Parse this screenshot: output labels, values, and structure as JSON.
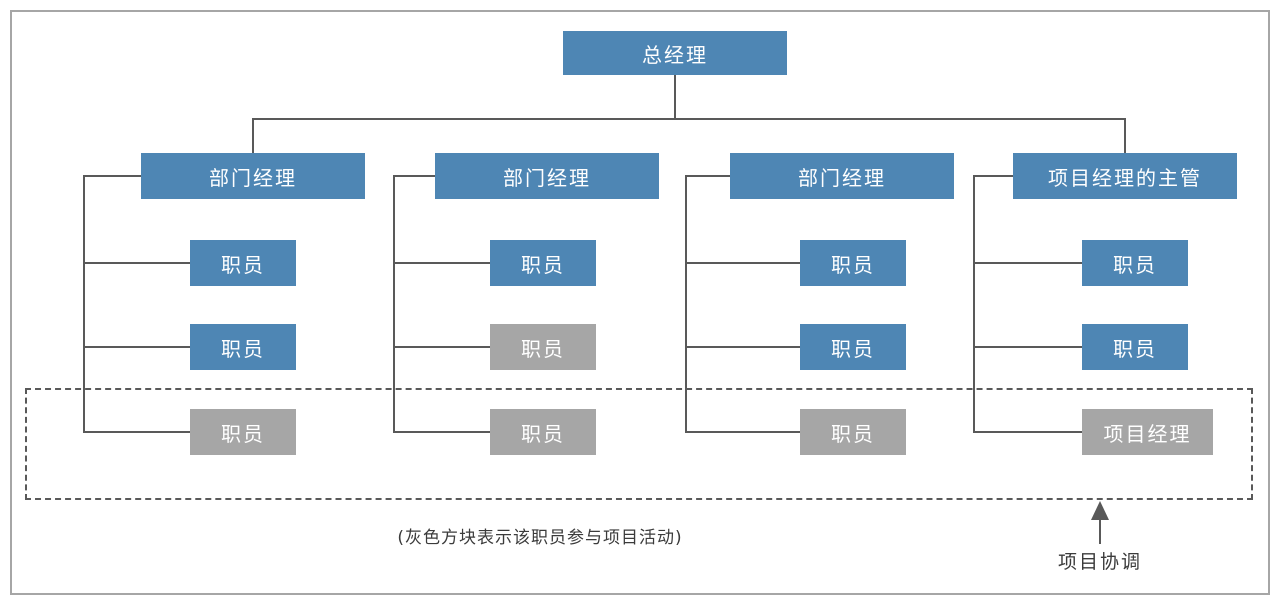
{
  "diagram": {
    "title_hint": "organizational chart",
    "root": {
      "label": "总经理",
      "variant": "blue"
    },
    "columns": [
      {
        "manager": {
          "label": "部门经理",
          "variant": "blue"
        },
        "children": [
          {
            "label": "职员",
            "variant": "blue"
          },
          {
            "label": "职员",
            "variant": "blue"
          },
          {
            "label": "职员",
            "variant": "gray"
          }
        ]
      },
      {
        "manager": {
          "label": "部门经理",
          "variant": "blue"
        },
        "children": [
          {
            "label": "职员",
            "variant": "blue"
          },
          {
            "label": "职员",
            "variant": "gray"
          },
          {
            "label": "职员",
            "variant": "gray"
          }
        ]
      },
      {
        "manager": {
          "label": "部门经理",
          "variant": "blue"
        },
        "children": [
          {
            "label": "职员",
            "variant": "blue"
          },
          {
            "label": "职员",
            "variant": "blue"
          },
          {
            "label": "职员",
            "variant": "gray"
          }
        ]
      },
      {
        "manager": {
          "label": "项目经理的主管",
          "variant": "blue"
        },
        "children": [
          {
            "label": "职员",
            "variant": "blue"
          },
          {
            "label": "职员",
            "variant": "blue"
          },
          {
            "label": "项目经理",
            "variant": "gray"
          }
        ]
      }
    ],
    "legend_caption": "(灰色方块表示该职员参与项目活动)",
    "arrow_label": "项目协调",
    "colors": {
      "node_blue": "#4e86b4",
      "node_gray": "#a6a6a6",
      "connector": "#595959",
      "dashed_border": "#595959",
      "frame_border": "#a6a6a6",
      "text_on_node": "#ffffff",
      "text_dark": "#3b3b3b"
    }
  }
}
